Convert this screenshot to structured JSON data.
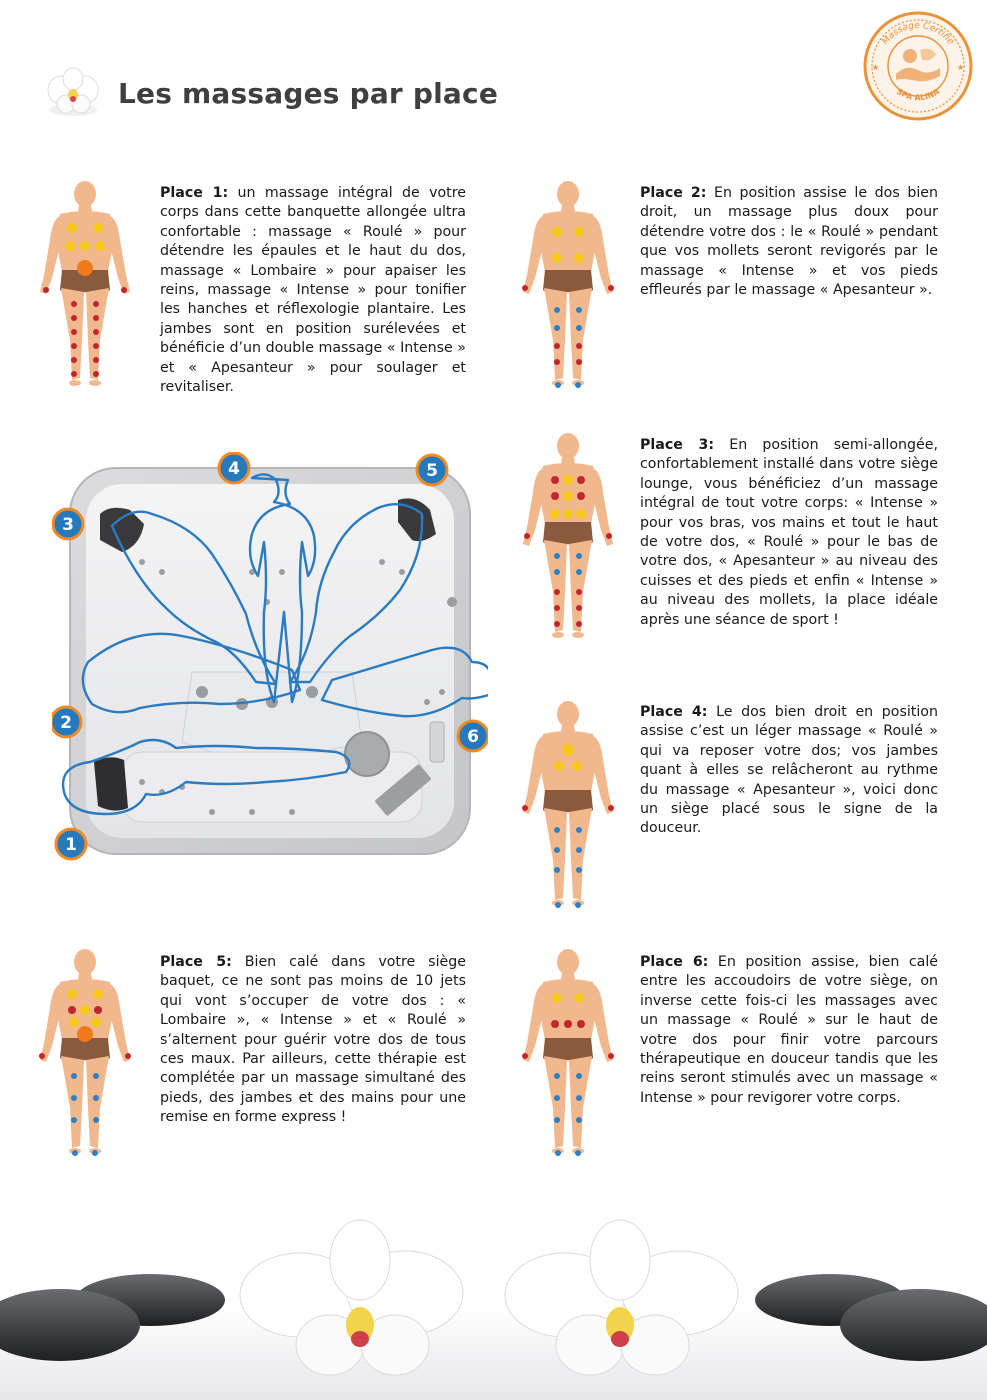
{
  "header": {
    "title": "Les massages par place"
  },
  "badge": {
    "top_text": "Massage Certifié",
    "bottom_text": "SPA ALINA",
    "color": "#e8923a"
  },
  "colors": {
    "skin": "#f1b88e",
    "swimwear": "#8a5a3c",
    "dot_red": "#c0262c",
    "dot_yellow": "#f6c81c",
    "dot_orange": "#f07a1a",
    "dot_blue": "#2f7fc2",
    "tub_outline": "#2a7bc2",
    "number_circle": "#2679bd"
  },
  "places": [
    {
      "label": "Place 1:",
      "text": " un massage intégral de votre corps dans cette banquette allongée ultra confortable : massage « Roulé » pour détendre les épaules et le haut du dos, massage « Lombaire » pour apaiser les reins, massage « Intense » pour tonifier les hanches et réflexologie plantaire. Les jambes sont en position surélevées et bénéficie d’un double massage « Intense » et « Apesanteur » pour soulager et revitaliser."
    },
    {
      "label": "Place 2:",
      "text": " En position assise le dos bien droit, un massage plus doux pour détendre votre dos : le « Roulé » pendant que vos mollets seront revigorés par le massage « Intense » et vos pieds effleurés par le massage « Apesanteur »."
    },
    {
      "label": "Place 3:",
      "text": " En position semi-allongée, confortablement installé dans votre siège lounge, vous bénéficiez d’un massage intégral de tout votre corps: « Intense » pour vos bras, vos mains et tout le haut de votre dos, « Roulé » pour le bas de votre dos, « Apesanteur » au niveau des cuisses et des pieds et enfin « Intense » au niveau des mollets, la place idéale après une séance de sport !"
    },
    {
      "label": "Place 4:",
      "text": " Le dos bien droit en position assise c’est un léger massage « Roulé » qui va reposer votre dos; vos jambes quant à elles se relâcheront au rythme du massage « Apesanteur », voici donc un siège placé sous le signe de la douceur."
    },
    {
      "label": "Place 5:",
      "text": " Bien calé dans votre siège baquet, ce ne sont pas moins de 10 jets qui vont s’occuper de votre dos : « Lombaire », « Intense » et « Roulé » s’alternent pour guérir votre dos de tous ces maux. Par ailleurs, cette thérapie est complétée par un massage simultané des pieds, des jambes et des mains pour une remise en forme express !"
    },
    {
      "label": "Place 6:",
      "text": " En position assise, bien calé entre les accoudoirs de votre siège, on inverse cette fois-ci les massages avec un massage « Roulé » sur le haut de votre dos pour finir votre parcours thérapeutique en douceur tandis que les reins seront stimulés avec un massage « Intense » pour revigorer votre corps."
    }
  ],
  "tub_numbers": [
    "1",
    "2",
    "3",
    "4",
    "5",
    "6"
  ]
}
